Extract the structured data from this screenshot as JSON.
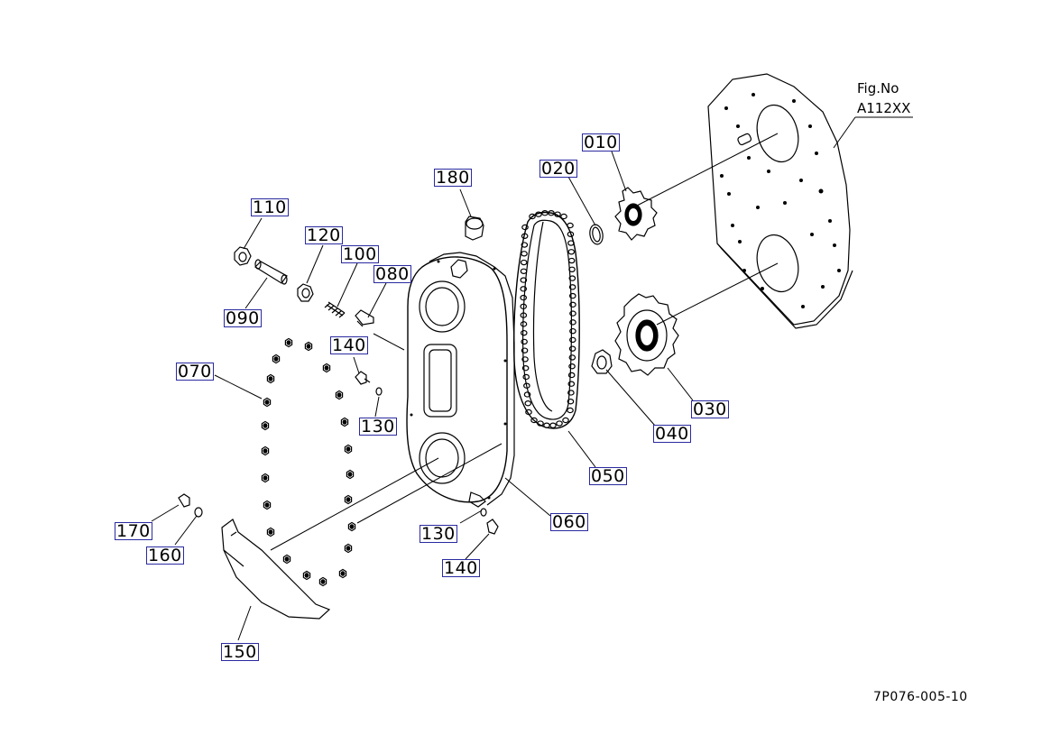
{
  "figure": {
    "fig_label": "Fig.No",
    "fig_number": "A112XX",
    "drawing_code": "7P076-005-10"
  },
  "parts": {
    "p010": "010",
    "p020": "020",
    "p030": "030",
    "p040": "040",
    "p050": "050",
    "p060": "060",
    "p070": "070",
    "p080": "080",
    "p090": "090",
    "p100": "100",
    "p110": "110",
    "p120": "120",
    "p130a": "130",
    "p130b": "130",
    "p140a": "140",
    "p140b": "140",
    "p150": "150",
    "p160": "160",
    "p170": "170",
    "p180": "180"
  },
  "colors": {
    "line": "#000000",
    "label_border": "#2a2aa0"
  }
}
